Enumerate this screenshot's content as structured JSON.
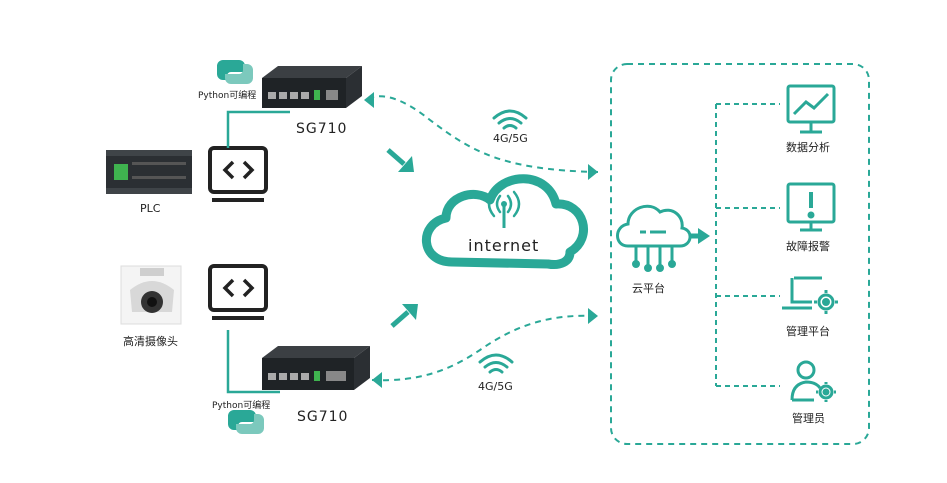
{
  "devices": {
    "top": {
      "name": "SG710",
      "python_label": "Python可编程",
      "network": "4G/5G"
    },
    "bottom": {
      "name": "SG710",
      "python_label": "Python可编程",
      "network": "4G/5G"
    }
  },
  "field": {
    "plc_label": "PLC",
    "camera_label": "高清摄像头"
  },
  "cloud": {
    "label": "internet"
  },
  "platform": {
    "cloud_label": "云平台",
    "items": [
      {
        "label": "数据分析",
        "icon": "chart-monitor-icon"
      },
      {
        "label": "故障报警",
        "icon": "alert-monitor-icon"
      },
      {
        "label": "管理平台",
        "icon": "laptop-gear-icon"
      },
      {
        "label": "管理员",
        "icon": "user-gear-icon"
      }
    ]
  },
  "colors": {
    "accent": "#2aa897",
    "dark": "#222222",
    "grey": "#888888"
  }
}
